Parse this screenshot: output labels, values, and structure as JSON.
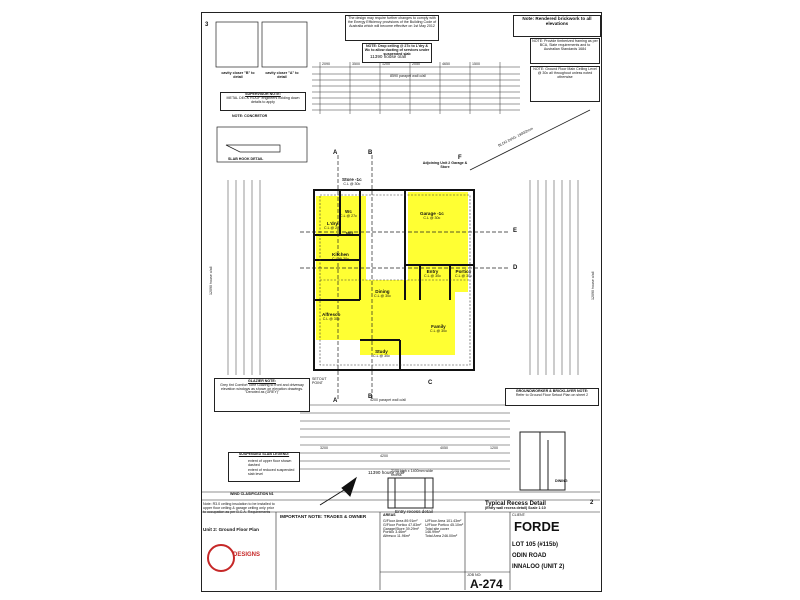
{
  "corner_left": "3",
  "corner_right": "2",
  "notes": {
    "energy": "The design may require further changes to comply with the Energy Efficiency provisions of the Building Code of Australia which will become effective on 1st May 2012",
    "drop_ceiling": "NOTE: Drop ceiling @ 27c to L'dry & Wc to allow ducting of services under suspended slab",
    "rendered": "Note: Rendered brickwork to all elevations",
    "provide": "NOTE: Provide timberized framing as per BCA, Slate requirements and to Australian Standards 1684",
    "ground_floor": "NOTE: Ground Floor Main Ceiling Level @ 30c all throughout unless noted otherwise",
    "supervisor_title": "SUPERVISOR NOTE:",
    "supervisor_body": "METAL DECK ROOF engineers holding down details to apply",
    "concretor": "NOTE: CONCRETOR",
    "slab_hook": "SLAB HOOK DETAIL",
    "glazier_title": "GLAZIER NOTE:",
    "glazier_body": "Grey tint Comfort Tone Glazing to front and driveway elevation windows as shown on elevation drawings. \"Denoted as (GREY)\"",
    "groundworker_title": "GROUNDWORKER & BRICKLAYER NOTE:",
    "groundworker_body": "Refer to Ground Floor Setout Plan on sheet 2",
    "wind_title": "WIND CLASIFICATION N1",
    "wind_body": "Note: R3.0 ceiling insulation to be installed to upper floor ceiling & garage ceiling only prior to occupation as per B.C.A. Requirements"
  },
  "cavity": {
    "b": "cavity closer \"B\" to detail",
    "a": "cavity closer \"A\" to detail"
  },
  "dims": {
    "top_total": "11390 house o/all",
    "top_parapet": "8590 parapet wall o/all",
    "bottom_parapet": "4200 parapet wall o/all",
    "bottom_total": "11390 house o/all",
    "left_height": "12090 house o/all",
    "right_height": "12090 house o/all",
    "top_segments": [
      "2090",
      "3500",
      "1200",
      "2050",
      "4650",
      "1500"
    ],
    "bottom_segments": [
      "3200",
      "4200",
      "4050",
      "1200"
    ]
  },
  "rooms": [
    {
      "key": "store",
      "name": "Store -1c",
      "sub": "C.L @ 30c"
    },
    {
      "key": "wc",
      "name": "Wc",
      "sub": "C.L @ 27c"
    },
    {
      "key": "ldry",
      "name": "L'dry",
      "sub": "C.L @ 27c"
    },
    {
      "key": "wil",
      "name": "Wil",
      "sub": ""
    },
    {
      "key": "garage",
      "name": "Garage -1c",
      "sub": "C.L @ 30c"
    },
    {
      "key": "kitchen",
      "name": "Kitchen",
      "sub": "C.L @ 30c"
    },
    {
      "key": "entry",
      "name": "Entry",
      "sub": "C.L @ 30c"
    },
    {
      "key": "portico",
      "name": "Portico",
      "sub": "C.L @ 30c"
    },
    {
      "key": "dining",
      "name": "Dining",
      "sub": "C.L @ 30c"
    },
    {
      "key": "alfresco",
      "name": "Alfresco",
      "sub": "C.L @ 30c"
    },
    {
      "key": "family",
      "name": "Family",
      "sub": "C.L @ 30c"
    },
    {
      "key": "study",
      "name": "Study",
      "sub": "C.L @ 30c"
    }
  ],
  "section_markers": [
    "A",
    "B",
    "A",
    "B",
    "C",
    "D",
    "E",
    "F"
  ],
  "legend": {
    "title": "SUSPENDED SLAB LEGEND:",
    "item1": "extent of upper floor shown dashed",
    "item2": "extent of reduced suspended slab level"
  },
  "adjoining": "Adjoining Unit 2 Garage & Store",
  "boundary": "BLDG DIAG: 1900/2mm",
  "recess": {
    "entry": "Entry recess detail",
    "typical_title": "Typical Recess Detail",
    "typical_sub": "(Entry wall recess detail) Scale 1:10"
  },
  "title_block": {
    "plan_title": "Unit 2: Ground Floor Plan",
    "important_title": "IMPORTANT NOTE: TRADES & OWNER",
    "company": "DESIGNS",
    "client_label": "CLIENT:",
    "client": "FORDE",
    "lot": "LOT 105 (#115b)",
    "road": "ODIN ROAD",
    "suburb": "INNALOO (UNIT 2)",
    "job_no_label": "JOB NO:",
    "job_no": "A-274",
    "areas_title": "AREAS",
    "areas": [
      {
        "label": "G/Floor Area",
        "value": "89.91m²"
      },
      {
        "label": "G/Floor Portico",
        "value": "47.83m²"
      },
      {
        "label": "Garage/Store",
        "value": "39.29m²"
      },
      {
        "label": "Portico",
        "value": "3.46m²"
      },
      {
        "label": "Alfresco",
        "value": "11.96m²"
      }
    ],
    "areas2": [
      {
        "label": "U/Floor Area",
        "value": "101.43m²"
      },
      {
        "label": "U/Floor Portico",
        "value": "45.10m²"
      },
      {
        "label": "Total site cover",
        "value": "146.99m²"
      },
      {
        "label": "Total Area",
        "value": "246.00m²"
      }
    ]
  },
  "labels": {
    "dining_small": "DINING",
    "setout": "SETOUT POINT",
    "store_wall": "2100 high x 1400mm wide recess"
  }
}
